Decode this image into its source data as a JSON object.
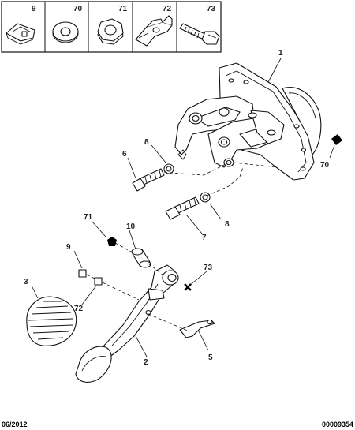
{
  "legend": [
    {
      "number": "9",
      "part_icon": "spring-clip-icon"
    },
    {
      "number": "70",
      "part_icon": "washer-icon"
    },
    {
      "number": "71",
      "part_icon": "nut-icon"
    },
    {
      "number": "72",
      "part_icon": "clevis-bracket-icon"
    },
    {
      "number": "73",
      "part_icon": "bolt-icon"
    }
  ],
  "callouts": [
    "1",
    "70",
    "8",
    "6",
    "8",
    "7",
    "71",
    "10",
    "9",
    "73",
    "3",
    "72",
    "2",
    "5"
  ],
  "footer": {
    "date": "06/2012",
    "reference": "00009354"
  },
  "colors": {
    "line": "#111111",
    "marker": "#000000",
    "background": "#ffffff"
  }
}
